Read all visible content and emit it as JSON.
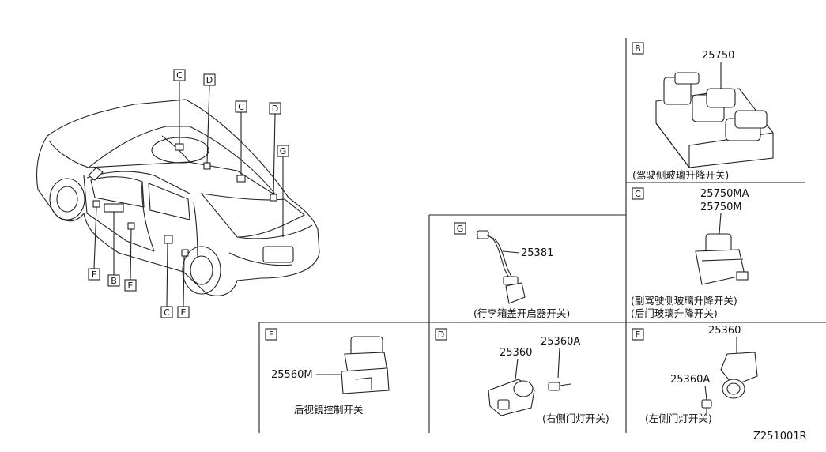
{
  "diagram": {
    "id_code": "Z251001R",
    "car_callouts": [
      "C",
      "D",
      "C",
      "D",
      "G",
      "F",
      "B",
      "E",
      "C",
      "E"
    ],
    "panels": {
      "B": {
        "letter": "B",
        "part": "25750",
        "caption": "(驾驶侧玻璃升降开关)"
      },
      "C": {
        "letter": "C",
        "part_a": "25750MA",
        "part_b": "25750M",
        "caption_a": "(副驾驶侧玻璃升降开关)",
        "caption_b": "(后门玻璃升降开关)"
      },
      "G": {
        "letter": "G",
        "part": "25381",
        "caption": "(行李箱盖开启器开关)"
      },
      "F": {
        "letter": "F",
        "part": "25560M",
        "caption": "后视镜控制开关"
      },
      "D": {
        "letter": "D",
        "part_a": "25360",
        "part_b": "25360A",
        "caption": "(右侧门灯开关)"
      },
      "E": {
        "letter": "E",
        "part_a": "25360",
        "part_b": "25360A",
        "caption": "(左侧门灯开关)"
      }
    }
  }
}
